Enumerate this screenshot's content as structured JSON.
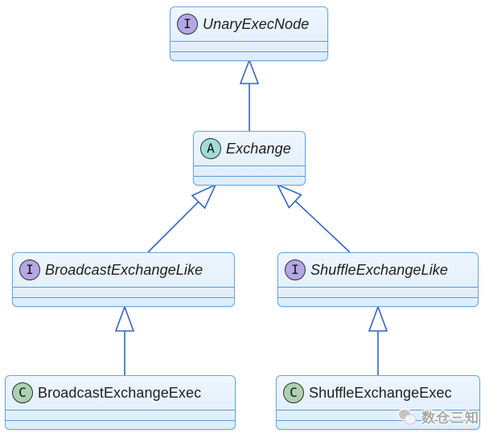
{
  "diagram": {
    "type": "uml-class-diagram",
    "classes": [
      {
        "id": "UnaryExecNode",
        "name": "UnaryExecNode",
        "kind": "interface",
        "letter": "I"
      },
      {
        "id": "Exchange",
        "name": "Exchange",
        "kind": "abstract",
        "letter": "A"
      },
      {
        "id": "BroadcastExchangeLike",
        "name": "BroadcastExchangeLike",
        "kind": "interface",
        "letter": "I"
      },
      {
        "id": "ShuffleExchangeLike",
        "name": "ShuffleExchangeLike",
        "kind": "interface",
        "letter": "I"
      },
      {
        "id": "BroadcastExchangeExec",
        "name": "BroadcastExchangeExec",
        "kind": "class",
        "letter": "C"
      },
      {
        "id": "ShuffleExchangeExec",
        "name": "ShuffleExchangeExec",
        "kind": "class",
        "letter": "C"
      }
    ],
    "relations": [
      {
        "from": "Exchange",
        "to": "UnaryExecNode",
        "type": "generalization"
      },
      {
        "from": "BroadcastExchangeLike",
        "to": "Exchange",
        "type": "generalization"
      },
      {
        "from": "ShuffleExchangeLike",
        "to": "Exchange",
        "type": "generalization"
      },
      {
        "from": "BroadcastExchangeExec",
        "to": "BroadcastExchangeLike",
        "type": "generalization"
      },
      {
        "from": "ShuffleExchangeExec",
        "to": "ShuffleExchangeLike",
        "type": "generalization"
      }
    ]
  },
  "colors": {
    "box_fill": "#E7F2FC",
    "box_border": "#6BA6DF",
    "separator": "#5B9BD5",
    "edge": "#3566BE",
    "interface_badge": "#B4A7E5",
    "abstract_badge": "#A2DBD4",
    "class_badge": "#ADD1B2",
    "text": "#1F1F1F"
  },
  "watermark": {
    "text": "数仓三知"
  }
}
